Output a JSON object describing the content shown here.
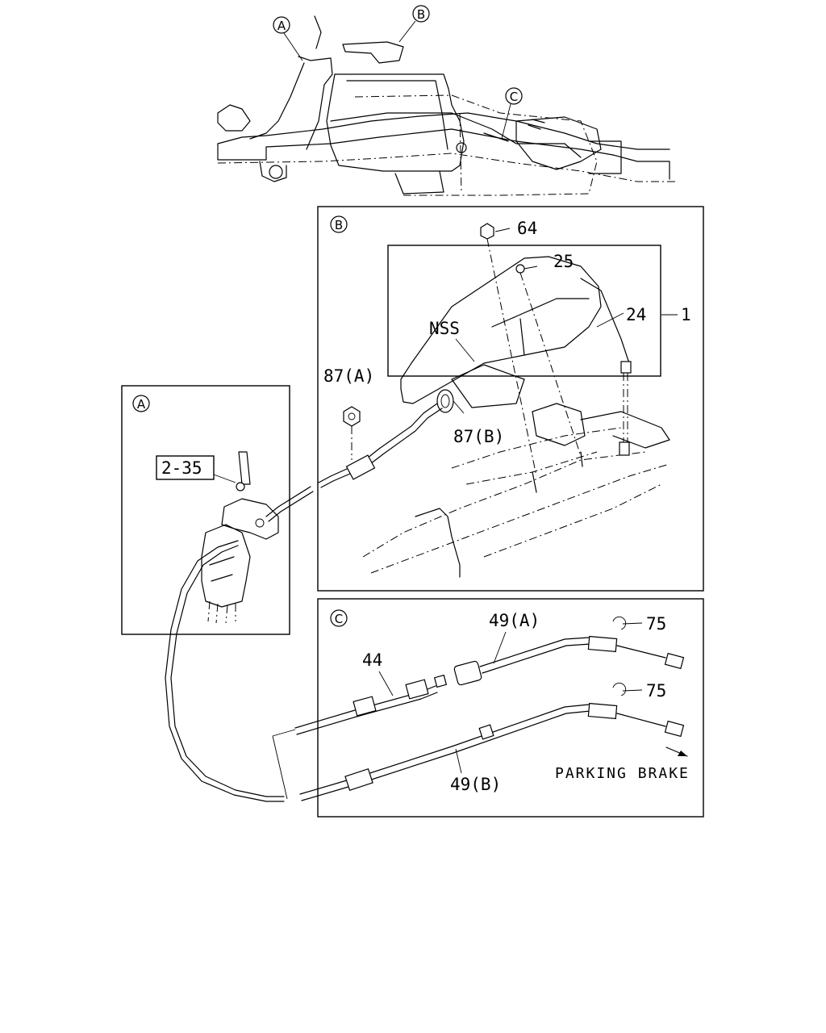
{
  "callouts": {
    "a": "A",
    "b": "B",
    "c": "C"
  },
  "parts": {
    "p64": "64",
    "p25": "25",
    "p24": "24",
    "p1": "1",
    "nss": "NSS",
    "p87a": "87(A)",
    "p87b": "87(B)",
    "ref235": "2-35",
    "p49a": "49(A)",
    "p75": "75",
    "p44": "44",
    "p49b": "49(B)"
  },
  "caption": "PARKING BRAKE"
}
